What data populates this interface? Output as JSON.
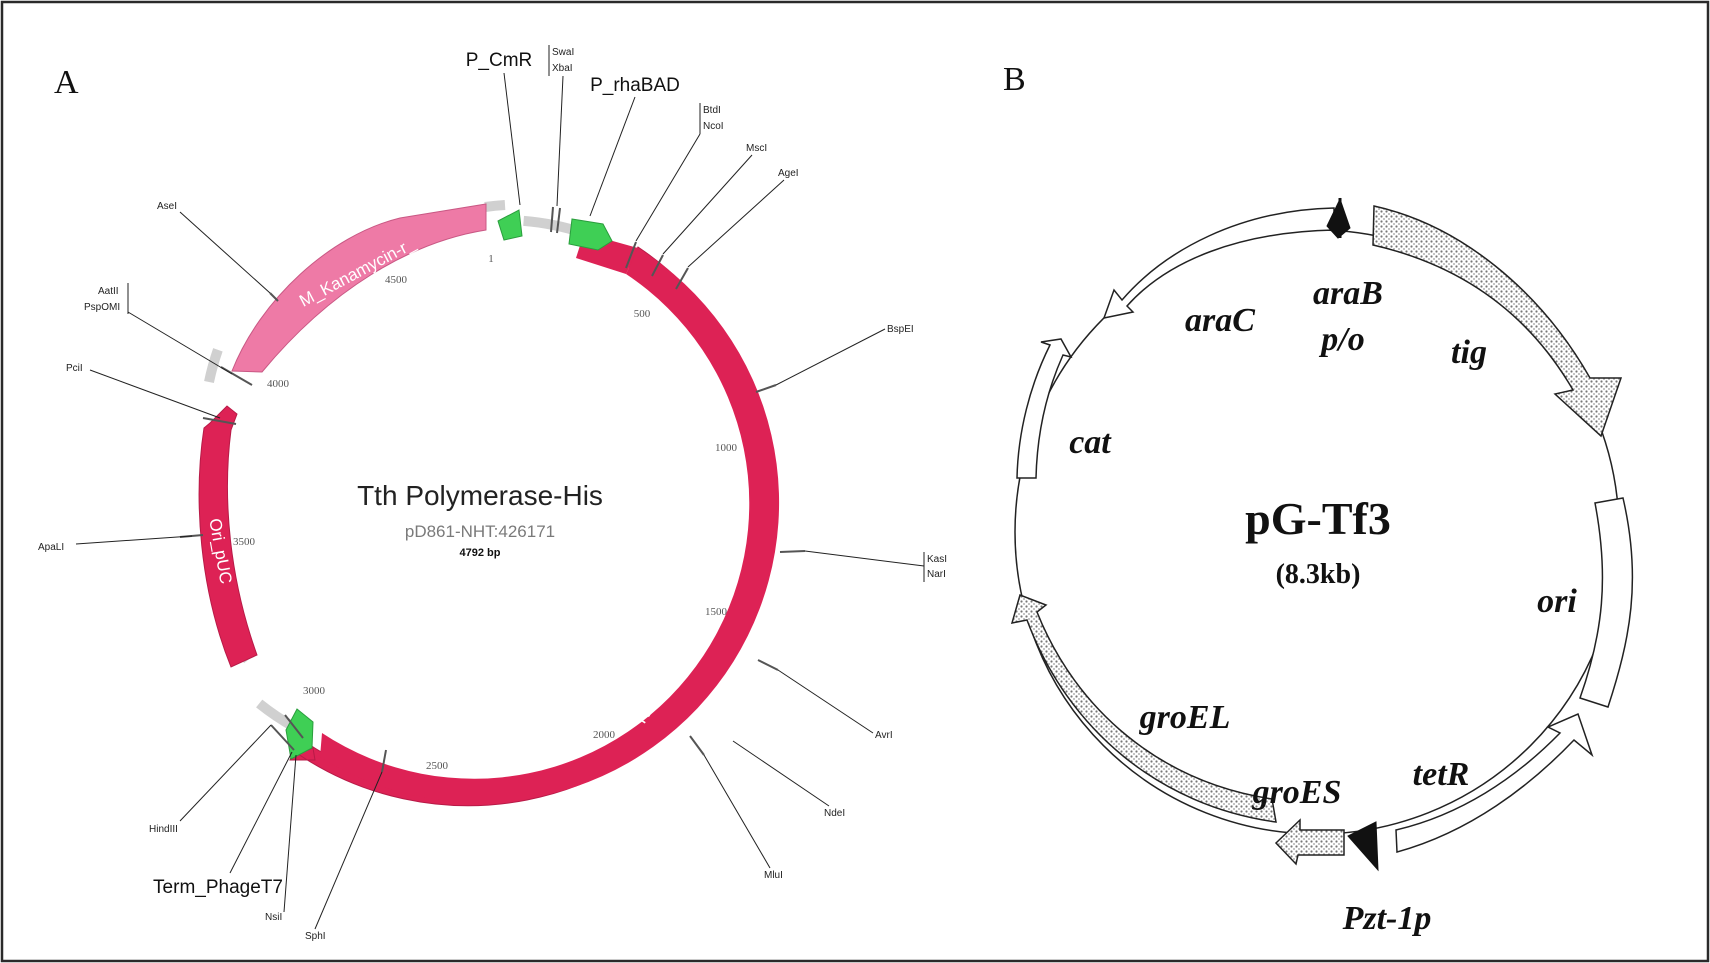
{
  "panel_a": {
    "letter": "A",
    "plasmid_name": "Tth Polymerase-His",
    "plasmid_id": "pD861-NHT:426171",
    "size_label": "4792 bp",
    "features": [
      {
        "label": "P_CmR",
        "color": "#3fcf55"
      },
      {
        "label": "P_rhaBAD",
        "color": "#3fcf55"
      },
      {
        "label": "Tth Polymerase-His",
        "color": "#dd2255"
      },
      {
        "label": "Term_PhageT7",
        "color": "#3fcf55"
      },
      {
        "label": "Ori_pUC",
        "color": "#dd2255"
      },
      {
        "label": "M_Kanamycin-r_",
        "color": "#ee7aa6"
      }
    ],
    "coordinates": [
      "1",
      "500",
      "1000",
      "1500",
      "2000",
      "2500",
      "3000",
      "3500",
      "4000",
      "4500"
    ],
    "restriction_sites": [
      {
        "label": "SwaI"
      },
      {
        "label": "XbaI"
      },
      {
        "label": "BtdI"
      },
      {
        "label": "NcoI"
      },
      {
        "label": "MscI"
      },
      {
        "label": "AgeI"
      },
      {
        "label": "BspEI"
      },
      {
        "label": "KasI"
      },
      {
        "label": "NarI"
      },
      {
        "label": "AvrI"
      },
      {
        "label": "NdeI"
      },
      {
        "label": "MluI"
      },
      {
        "label": "SphI"
      },
      {
        "label": "NsiI"
      },
      {
        "label": "HindIII"
      },
      {
        "label": "ApaLI"
      },
      {
        "label": "PciI"
      },
      {
        "label": "AatII"
      },
      {
        "label": "PspOMI"
      },
      {
        "label": "AseI"
      }
    ]
  },
  "panel_b": {
    "letter": "B",
    "plasmid_name": "pG-Tf3",
    "size_label": "(8.3kb)",
    "features": [
      {
        "label": "araB",
        "fill": "solid-black"
      },
      {
        "label": "p/o",
        "fill": "solid-black"
      },
      {
        "label": "tig",
        "fill": "stippled"
      },
      {
        "label": "ori",
        "fill": "white"
      },
      {
        "label": "tetR",
        "fill": "white"
      },
      {
        "label": "Pzt-1p",
        "fill": "solid-black"
      },
      {
        "label": "groES",
        "fill": "stippled"
      },
      {
        "label": "groEL",
        "fill": "stippled"
      },
      {
        "label": "cat",
        "fill": "white"
      },
      {
        "label": "araC",
        "fill": "white"
      }
    ]
  }
}
